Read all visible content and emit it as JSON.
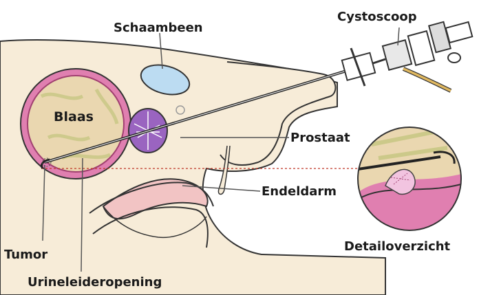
{
  "labels": {
    "schaambeen": "Schaambeen",
    "cystoscoop": "Cystoscoop",
    "blaas": "Blaas",
    "prostaat": "Prostaat",
    "endeldarm": "Endeldarm",
    "tumor": "Tumor",
    "urineleideropening": "Urineleideropening",
    "detailoverzicht": "Detailoverzicht"
  },
  "colors": {
    "skin": "#f7ecd8",
    "bladder_wall": "#e07fb0",
    "bladder_inner": "#ead7b0",
    "prostate": "#9a64c0",
    "bone": "#bcdcf2",
    "rectum": "#f2c4c4",
    "dark_red": "#c2184a",
    "tube": "#e0b860",
    "dashed_line": "#c0392b"
  }
}
